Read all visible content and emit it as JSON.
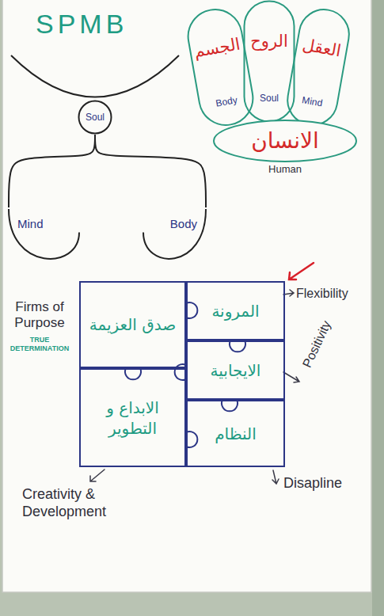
{
  "diagram": {
    "title": "SPMB",
    "nodes": [
      {
        "text": [
          "Soul"
        ]
      },
      {
        "text": [
          "Mind"
        ]
      },
      {
        "text": [
          "Body"
        ]
      },
      {
        "text": [
          "الجسم",
          "Body"
        ]
      },
      {
        "text": [
          "الروح",
          "Soul"
        ]
      },
      {
        "text": [
          "العقل",
          "Mind"
        ]
      },
      {
        "text": [
          "الانسان",
          "Human"
        ]
      },
      {
        "text": [
          "صدق العزيمة"
        ]
      },
      {
        "text": [
          "المرونة"
        ]
      },
      {
        "text": [
          "الايجابية"
        ]
      },
      {
        "text": [
          "الابداع و التطوير"
        ]
      },
      {
        "text": [
          "النظام"
        ]
      }
    ],
    "edges": [
      {
        "from": 0,
        "to": 1,
        "arrow": "none"
      },
      {
        "from": 0,
        "to": 2,
        "arrow": "none"
      }
    ],
    "labels": [
      "Firms of Purpose",
      "TRUE DETERMINATION",
      "Flexibility",
      "Positivity",
      "Creativity & Development",
      "Disapline"
    ]
  }
}
